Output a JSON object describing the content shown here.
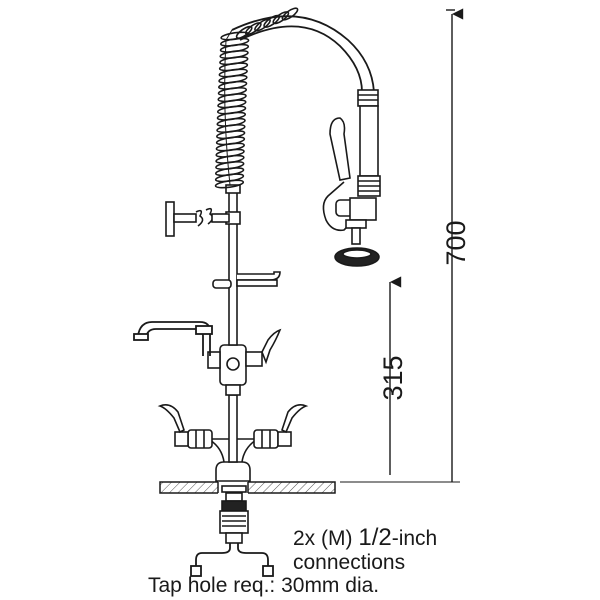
{
  "dimensions": {
    "overall_height": "700",
    "spout_clearance": "315"
  },
  "notes": {
    "connections_prefix": "2x (M)",
    "connections_fraction": "1/2",
    "connections_suffix": "-inch",
    "connections_line2": "connections",
    "tap_hole": "Tap hole req.: 30mm dia."
  },
  "colors": {
    "line": "#1a1a1a",
    "hatch": "#555555"
  }
}
